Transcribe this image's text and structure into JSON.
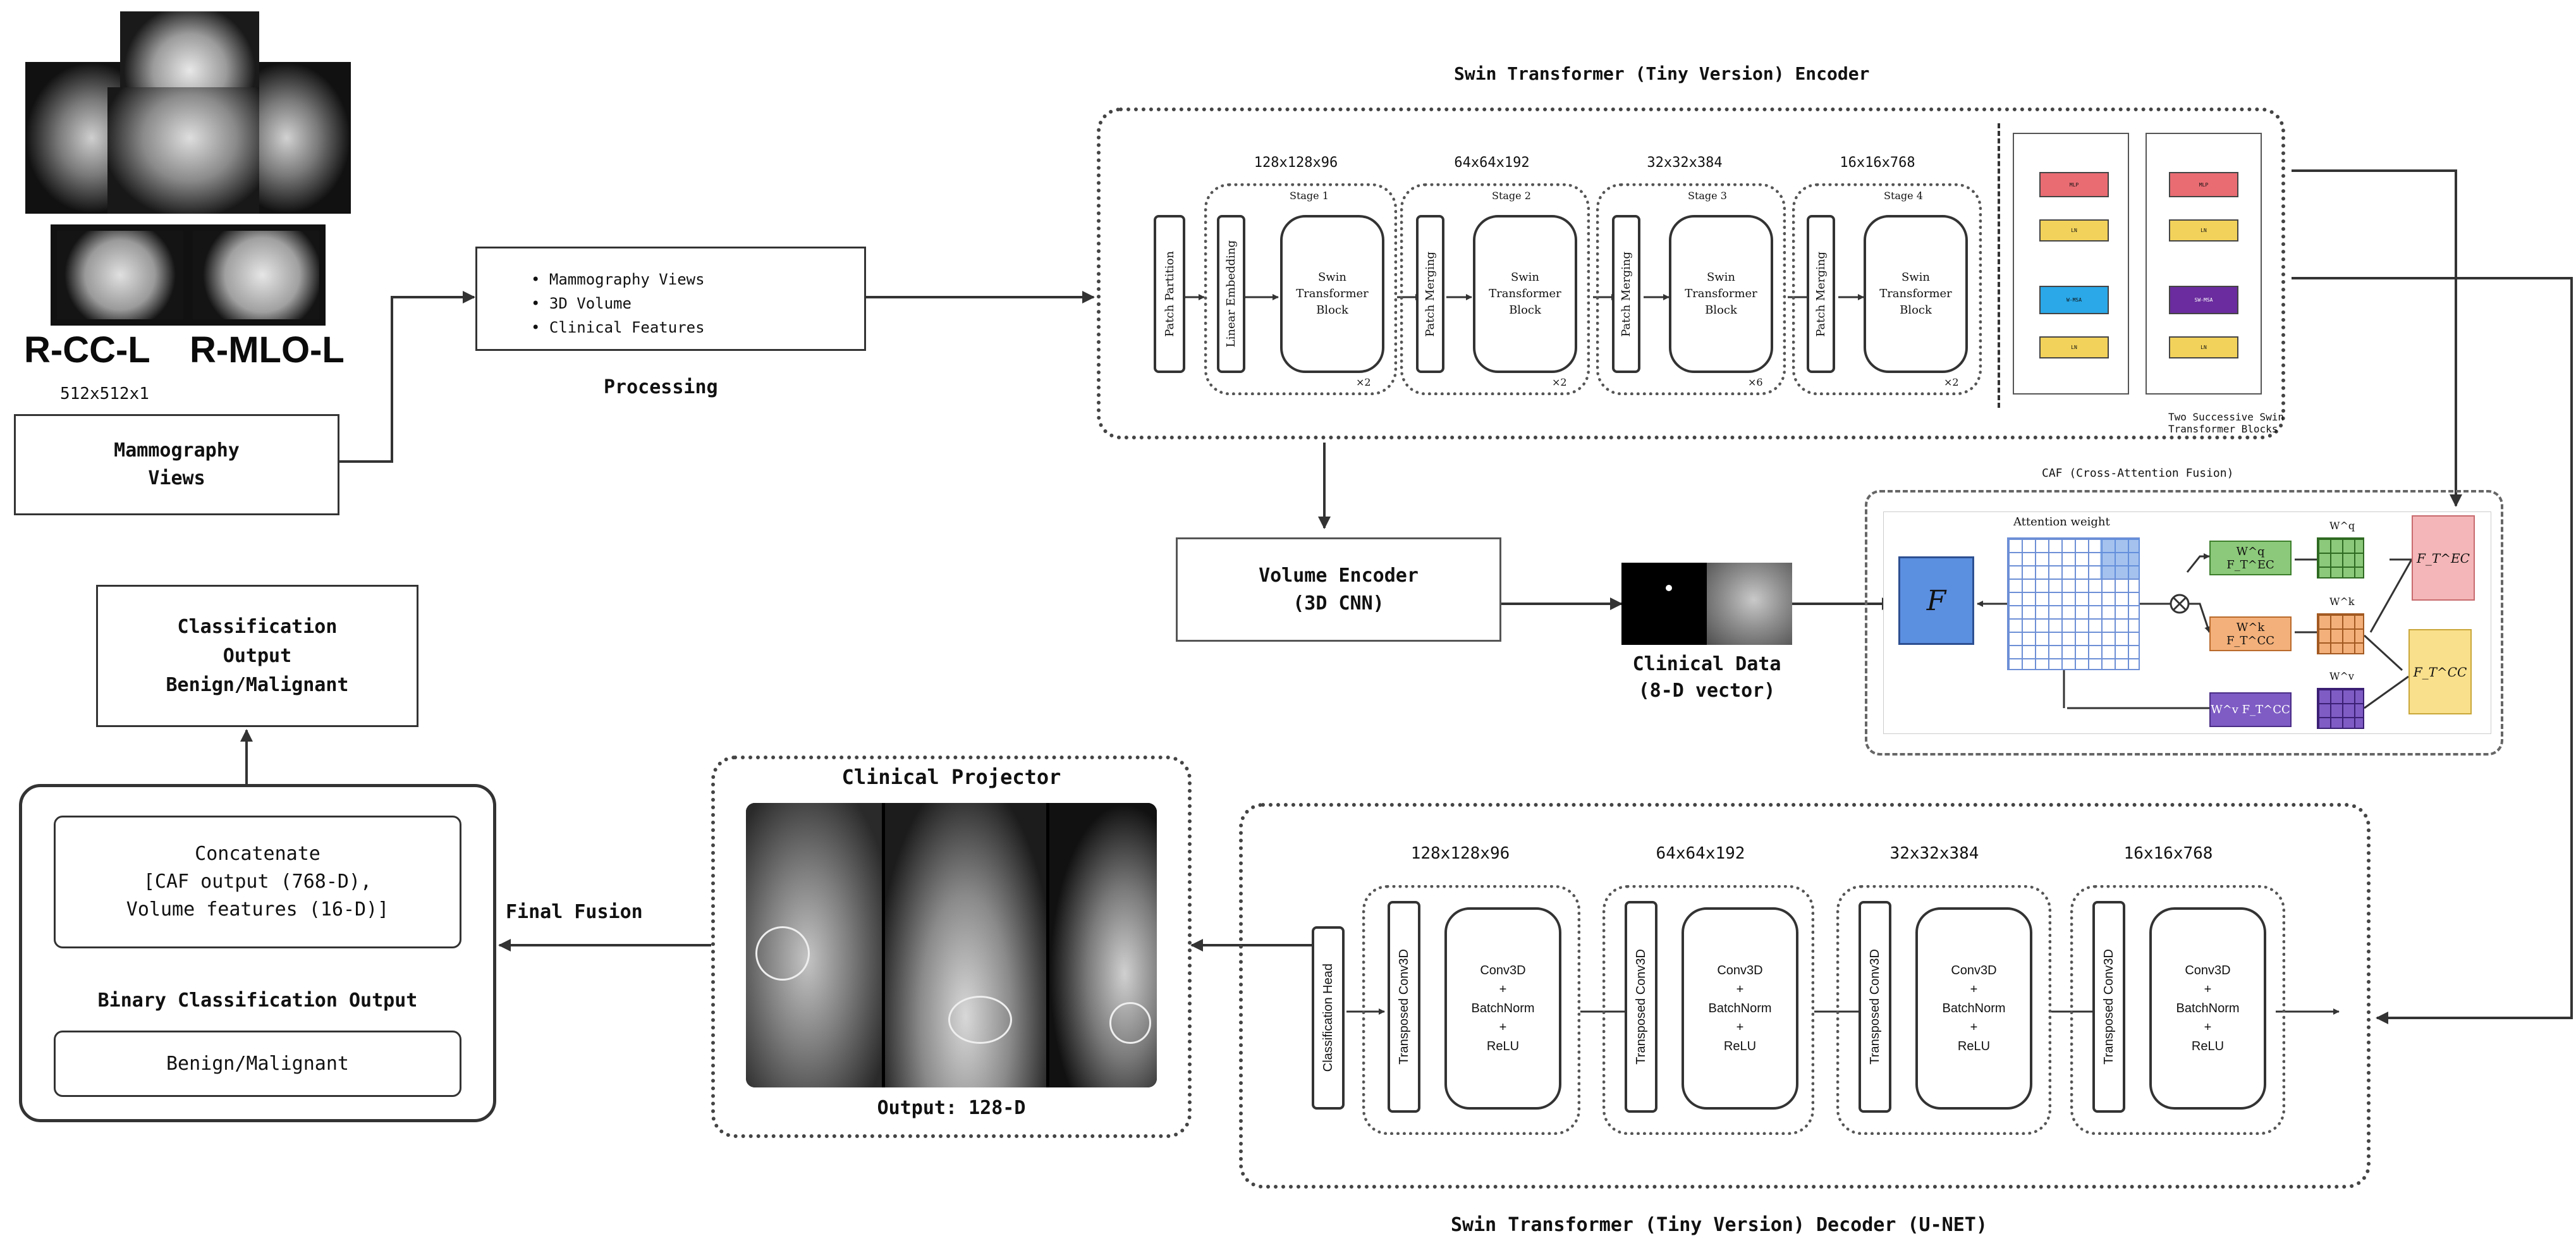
{
  "images": {
    "view_labels": [
      "R-CC-L",
      "R-MLO-L"
    ],
    "input_size": "512x512x1"
  },
  "nodes": {
    "mammography_views": "Mammography\nViews",
    "processing_items": [
      "Mammography Views",
      "3D Volume",
      "Clinical Features"
    ],
    "processing_caption": "Processing",
    "volume_encoder": "Volume Encoder\n(3D CNN)",
    "clinical_data": "Clinical Data\n(8-D vector)",
    "classification_output": "Classification\nOutput\nBenign/Malignant",
    "concatenate": "Concatenate\n[CAF output (768-D),\nVolume features (16-D)]",
    "binary_title": "Binary Classification Output",
    "binary_value": "Benign/Malignant",
    "final_fusion": "Final Fusion",
    "clinical_projector_title": "Clinical Projector",
    "clinical_projector_output": "Output: 128-D"
  },
  "encoder": {
    "title": "Swin Transformer (Tiny Version) Encoder",
    "patch_partition": "Patch Partition",
    "linear_embedding": "Linear Embedding",
    "patch_merging": "Patch Merging",
    "block": "Swin\nTransformer\nBlock",
    "stages": [
      {
        "dims": "128x128x96",
        "stage": "Stage 1",
        "repeat": "×2"
      },
      {
        "dims": "64x64x192",
        "stage": "Stage 2",
        "repeat": "×2"
      },
      {
        "dims": "32x32x384",
        "stage": "Stage 3",
        "repeat": "×6"
      },
      {
        "dims": "16x16x768",
        "stage": "Stage 4",
        "repeat": "×2"
      }
    ],
    "detail_ops": {
      "mlp": "MLP",
      "ln": "LN",
      "wmsa": "W-MSA",
      "swmsa": "SW-MSA"
    },
    "detail_caption": "Two Successive Swin Transformer Blocks"
  },
  "caf": {
    "title": "CAF (Cross-Attention Fusion)",
    "attention_label": "Attention weight",
    "f_symbol": "F",
    "proj_labels": [
      "W^q F_T^EC",
      "W^k F_T^CC",
      "W^v F_T^CC"
    ],
    "weight_labels": [
      "W^q",
      "W^k",
      "W^v"
    ],
    "output_labels": [
      "F_T^EC",
      "F_T^CC"
    ],
    "colors": {
      "q": "#8cc97a",
      "k": "#f3b07a",
      "v": "#7e5cc4",
      "f": "#5b8fe0",
      "ec": "#f4b6b8",
      "cc": "#f9e08c",
      "grid": "#6d8fd6"
    }
  },
  "decoder": {
    "title": "Swin Transformer (Tiny Version) Decoder (U-NET)",
    "classification_head": "Classification Head",
    "transposed_conv": "Transposed Conv3D",
    "block": "Conv3D\n+\nBatchNorm\n+\nReLU",
    "stages": [
      "128x128x96",
      "64x64x192",
      "32x32x384",
      "16x16x768"
    ]
  },
  "colors": {
    "mlp": "#e96c73",
    "ln": "#f2d25a",
    "wmsa": "#2aa8e8",
    "swmsa": "#6a2c9e"
  }
}
